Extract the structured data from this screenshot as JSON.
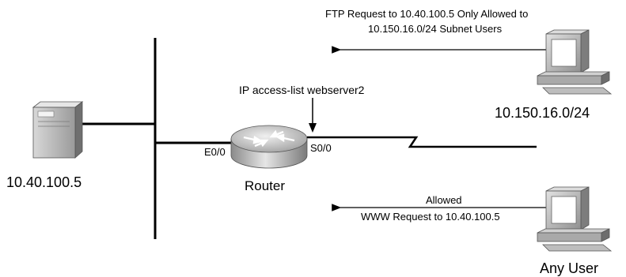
{
  "server": {
    "address": "10.40.100.5",
    "icon": "server-tower-icon"
  },
  "router": {
    "label": "Router",
    "access_list": "IP access-list webserver2",
    "interface_ethernet": "E0/0",
    "interface_serial": "S0/0",
    "icon": "router-icon"
  },
  "ftp_flow": {
    "line1": "FTP Request to 10.40.100.5 Only Allowed to",
    "line2": "10.150.16.0/24 Subnet Users"
  },
  "subnet_host": {
    "address": "10.150.16.0/24",
    "icon": "desktop-computer-icon"
  },
  "www_flow": {
    "status": "Allowed",
    "description": "WWW Request to 10.40.100.5"
  },
  "any_user": {
    "label": "Any User",
    "icon": "desktop-computer-icon"
  }
}
